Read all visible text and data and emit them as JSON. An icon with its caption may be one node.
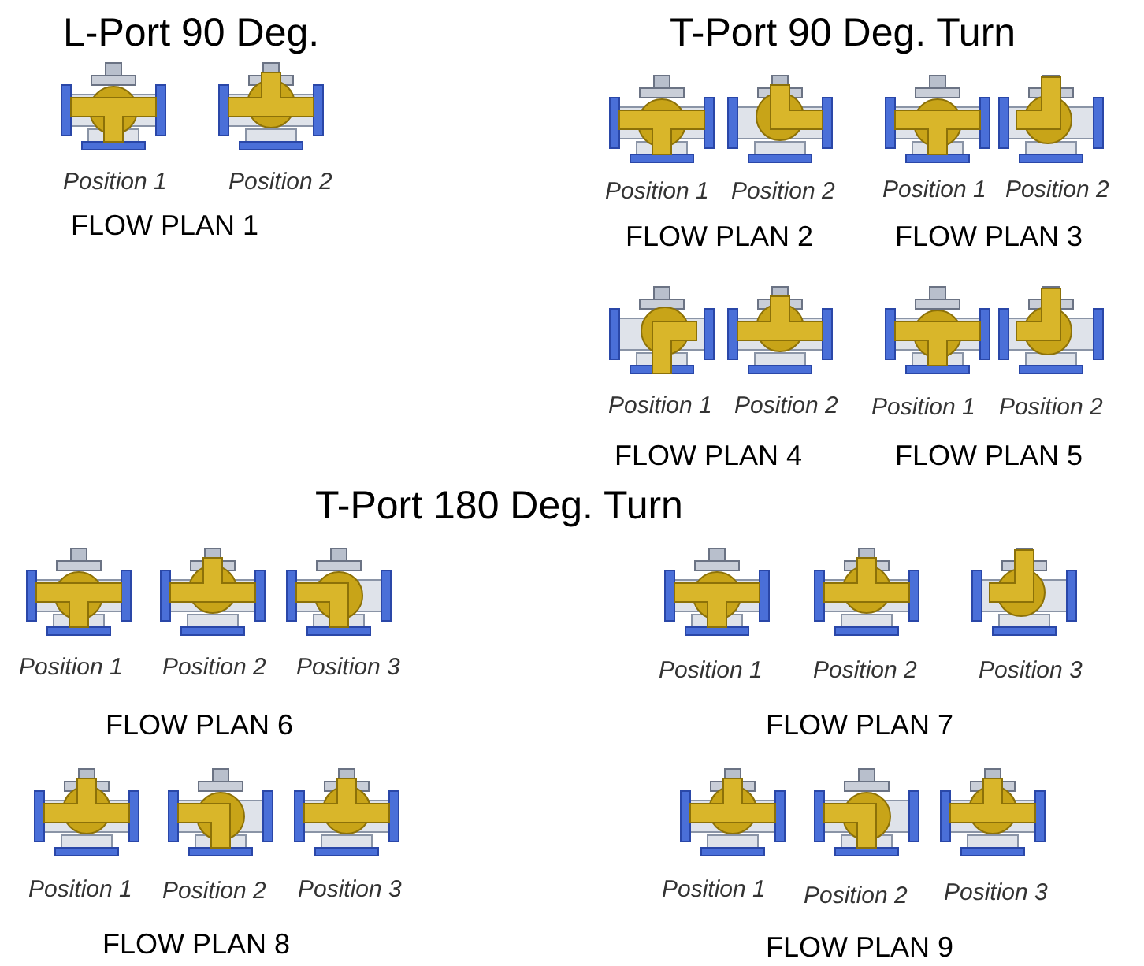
{
  "diagram": {
    "labels": [
      "L-Port 90 Deg.",
      "T-Port 90 Deg. Turn",
      "Position 1",
      "Position 2",
      "FLOW PLAN 1",
      "Position 1",
      "Position 2",
      "Position 1",
      "Position 2",
      "FLOW PLAN 2",
      "FLOW PLAN 3",
      "Position 1",
      "Position 2",
      "Position 1",
      "Position 2",
      "FLOW PLAN 4",
      "FLOW PLAN 5",
      "T-Port 180 Deg. Turn",
      "Position 1",
      "Position 2",
      "Position 3",
      "Position 1",
      "Position 2",
      "Position 3",
      "FLOW PLAN 6",
      "FLOW PLAN 7",
      "Position 1",
      "Position 2",
      "Position 3",
      "Position 1",
      "Position 2",
      "Position 3",
      "FLOW PLAN 8",
      "FLOW PLAN 9"
    ]
  }
}
